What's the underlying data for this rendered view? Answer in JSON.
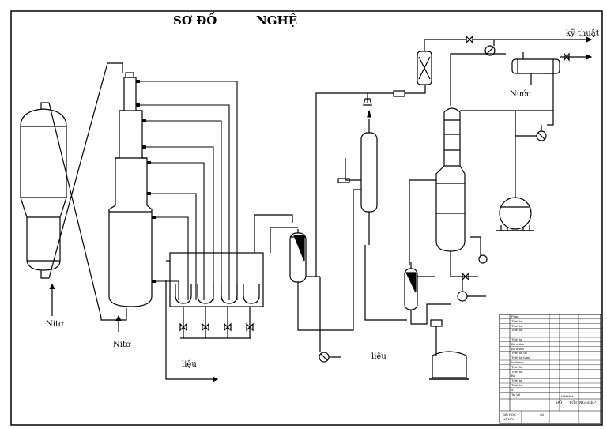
{
  "title": {
    "part1": "SƠ ĐỒ",
    "part2": "NGHỆ"
  },
  "labels": {
    "nito_left": "Nitơ",
    "nito_bottom": "Nitơ",
    "lieu_left": "liệu",
    "lieu_center": "liệu",
    "nuoc": "Nước",
    "ky_thuat": "kỹ thuật"
  },
  "title_block": {
    "rows": [
      "Phân",
      "Thiết kế",
      "Thiết kế",
      "Thiết kế",
      "",
      "Thiết kế",
      "Bố nhiều",
      "Bố nhiều",
      "Thiết kế đó",
      "Thiết kế bằng",
      "bố thanh",
      "Thiết kế",
      "Thiết kế",
      "Bố",
      "Thiết kế",
      "Thiết kế",
      "5",
      "Ts. Vũ"
    ],
    "mid_right": "Việt Hoà",
    "do_an": "ĐỒ",
    "tot_nghiep": "TỐT NGHIỆP",
    "school": "ĐẠI HỌC",
    "school_sub": "HÀ NỘI",
    "sheet": "Số"
  }
}
